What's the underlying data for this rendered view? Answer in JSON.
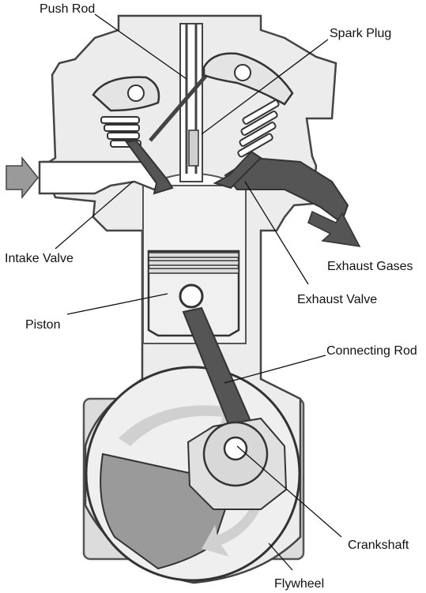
{
  "labels": {
    "push_rod": "Push Rod",
    "spark_plug": "Spark Plug",
    "intake_valve": "Intake Valve",
    "exhaust_gases": "Exhaust Gases",
    "exhaust_valve": "Exhaust Valve",
    "piston": "Piston",
    "connecting_rod": "Connecting Rod",
    "crankshaft": "Crankshaft",
    "flywheel": "Flywheel"
  },
  "colors": {
    "engine_body": "#ececec",
    "outline": "#444444",
    "dark_parts": "#555555",
    "flywheel_sector": "#9a9a9a",
    "arrow_fill": "#9a9a9a",
    "background": "#ffffff"
  }
}
